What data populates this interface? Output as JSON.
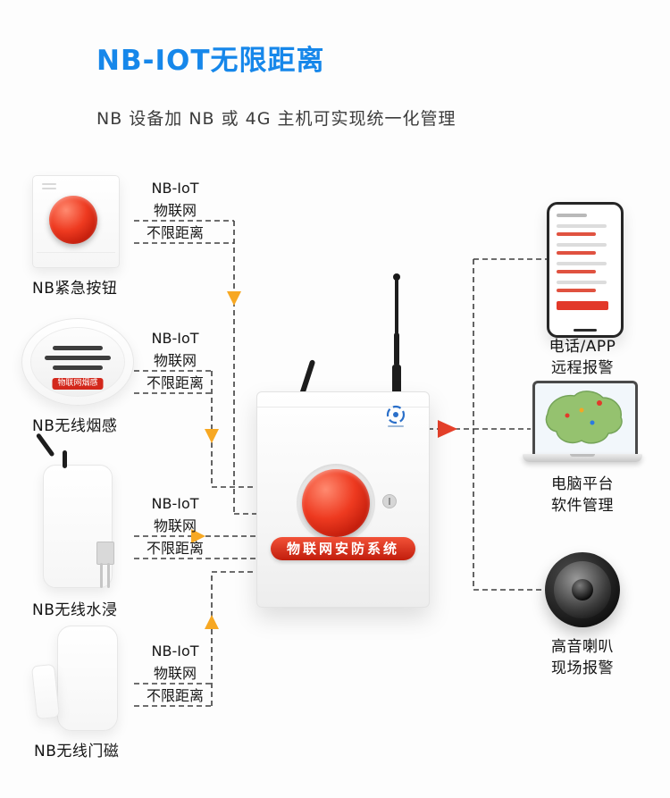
{
  "header": {
    "title": "NB-IOT无限距离",
    "subtitle": "NB 设备加 NB 或 4G 主机可实现统一化管理"
  },
  "colors": {
    "title_blue": "#1687ea",
    "arrow_orange": "#f7a823",
    "arrow_red": "#e6402a",
    "line_dark": "#3f3f3f",
    "hub_banner_red": "#d22b17",
    "button_red": "#e02912"
  },
  "connection_label": {
    "line1": "NB-IoT",
    "line2": "物联网",
    "line3": "不限距离"
  },
  "devices": [
    {
      "label": "NB紧急按钮"
    },
    {
      "label": "NB无线烟感",
      "badge": "物联网烟感"
    },
    {
      "label": "NB无线水浸"
    },
    {
      "label": "NB无线门磁"
    }
  ],
  "hub": {
    "banner": "物联网安防系统"
  },
  "outputs": [
    {
      "line1": "电话/APP",
      "line2": "远程报警"
    },
    {
      "line1": "电脑平台",
      "line2": "软件管理"
    },
    {
      "line1": "高音喇叭",
      "line2": "现场报警"
    }
  ]
}
